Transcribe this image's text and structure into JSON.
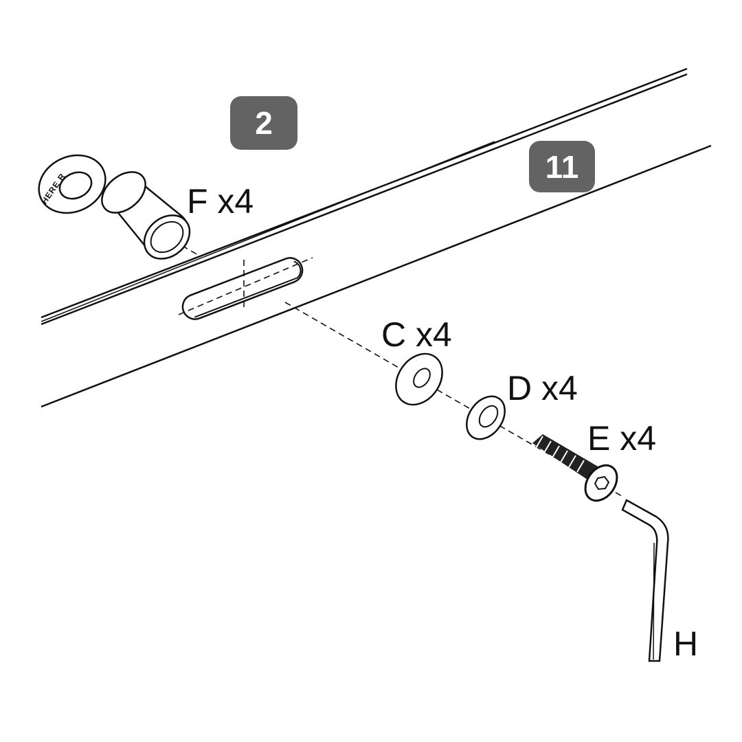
{
  "steps": {
    "step_badge": "2",
    "part_badge": "11"
  },
  "labels": {
    "f": "F x4",
    "c": "C x4",
    "d": "D x4",
    "e": "E x4",
    "h": "H"
  },
  "cap_text": "HERE R"
}
